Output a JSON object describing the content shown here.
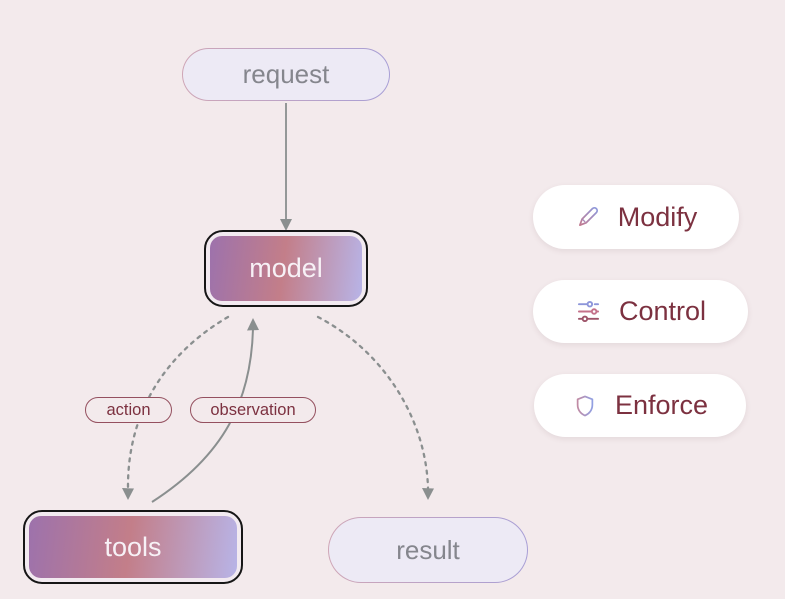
{
  "colors": {
    "bg": "#f3eaec",
    "node-grad-a": "#9d72ac",
    "node-grad-b": "#c37e89",
    "node-grad-c": "#b8b4e7",
    "pill-fill": "#edeaf5",
    "pill-border-a": "#cfa6b6",
    "pill-border-b": "#a89fd6",
    "pill-text": "#85868d",
    "node-text": "#f7f1f6",
    "maroon": "#7c3140",
    "arrow": "#8a8f8f",
    "outline": "#161616",
    "button-bg": "#ffffff"
  },
  "diagram": {
    "nodes": {
      "request": "request",
      "model": "model",
      "tools": "tools",
      "result": "result"
    },
    "edge_labels": {
      "action": "action",
      "observation": "observation"
    }
  },
  "actions_panel": {
    "buttons": [
      {
        "label": "Modify",
        "icon": "pencil-icon"
      },
      {
        "label": "Control",
        "icon": "sliders-icon"
      },
      {
        "label": "Enforce",
        "icon": "shield-icon"
      }
    ]
  }
}
